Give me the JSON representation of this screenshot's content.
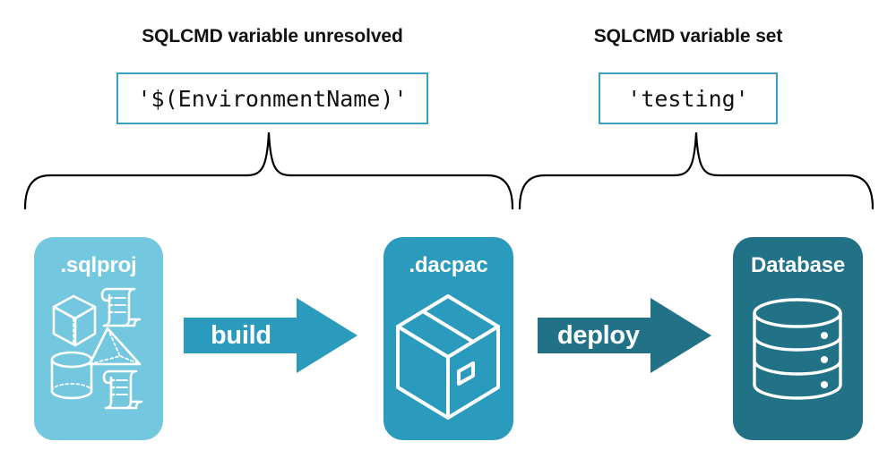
{
  "diagram": {
    "title_left": "SQLCMD variable unresolved",
    "title_right": "SQLCMD variable set",
    "code_left": "'$(EnvironmentName)'",
    "code_right": "'testing'",
    "stages": [
      {
        "label": ".sqlproj",
        "icon": "sql-project-shapes-icon",
        "color": "#73C8DF"
      },
      {
        "label": ".dacpac",
        "icon": "package-box-icon",
        "color": "#2A9BBC"
      },
      {
        "label": "Database",
        "icon": "database-cylinder-icon",
        "color": "#217287"
      }
    ],
    "arrows": [
      {
        "label": "build",
        "icon": "right-arrow-icon",
        "color": "#2A9BBC"
      },
      {
        "label": "deploy",
        "icon": "right-arrow-icon",
        "color": "#217287"
      }
    ],
    "braces": [
      {
        "name": "brace-left",
        "icon": "curly-brace-up-icon"
      },
      {
        "name": "brace-right",
        "icon": "curly-brace-up-icon"
      }
    ],
    "colors": {
      "light_teal": "#73C8DF",
      "mid_teal": "#2A9BBC",
      "dark_teal": "#217287",
      "box_border": "#39A0C4",
      "text": "#121212",
      "background": "#FFFFFF"
    }
  }
}
